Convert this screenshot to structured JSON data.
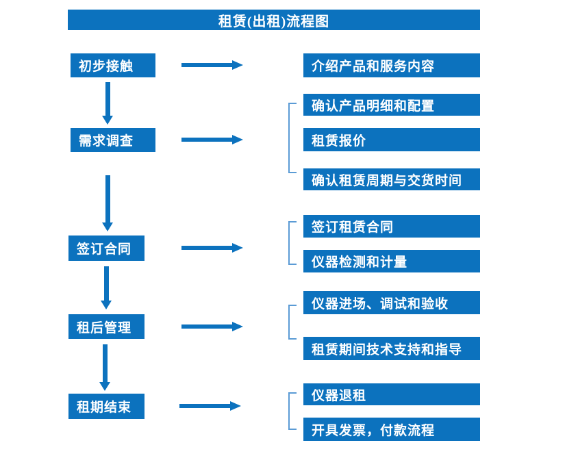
{
  "title": "租赁(出租)流程图",
  "colors": {
    "primary_blue": "#0C72BE",
    "bracket_blue": "#5B9BD5",
    "text_white": "#FFFFFF",
    "background": "#FFFFFF"
  },
  "steps": [
    {
      "label": "初步接触",
      "details": [
        "介绍产品和服务内容"
      ]
    },
    {
      "label": "需求调查",
      "details": [
        "确认产品明细和配置",
        "租赁报价",
        "确认租赁周期与交货时间"
      ]
    },
    {
      "label": "签订合同",
      "details": [
        "签订租赁合同",
        "仪器检测和计量"
      ]
    },
    {
      "label": "租后管理",
      "details": [
        "仪器进场、调试和验收",
        "租赁期间技术支持和指导"
      ]
    },
    {
      "label": "租期结束",
      "details": [
        "仪器退租",
        "开具发票，付款流程"
      ]
    }
  ]
}
